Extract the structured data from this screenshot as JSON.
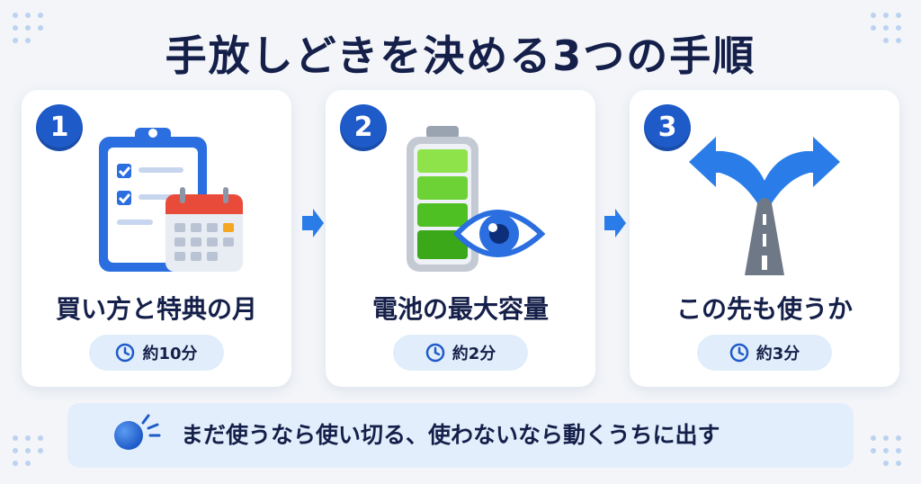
{
  "title": "手放しどきを決める3つの手順",
  "steps": [
    {
      "number": "1",
      "label": "買い方と特典の月",
      "time": "約10分",
      "icon": "clipboard-calendar-icon"
    },
    {
      "number": "2",
      "label": "電池の最大容量",
      "time": "約2分",
      "icon": "battery-eye-icon"
    },
    {
      "number": "3",
      "label": "この先も使うか",
      "time": "約3分",
      "icon": "fork-road-icon"
    }
  ],
  "banner": {
    "message": "まだ使うなら使い切る、使わないなら動くうちに出す"
  },
  "colors": {
    "accent": "#1e5bc8",
    "pill": "#e2edfb",
    "banner": "#e3eefc",
    "title": "#15204a"
  }
}
